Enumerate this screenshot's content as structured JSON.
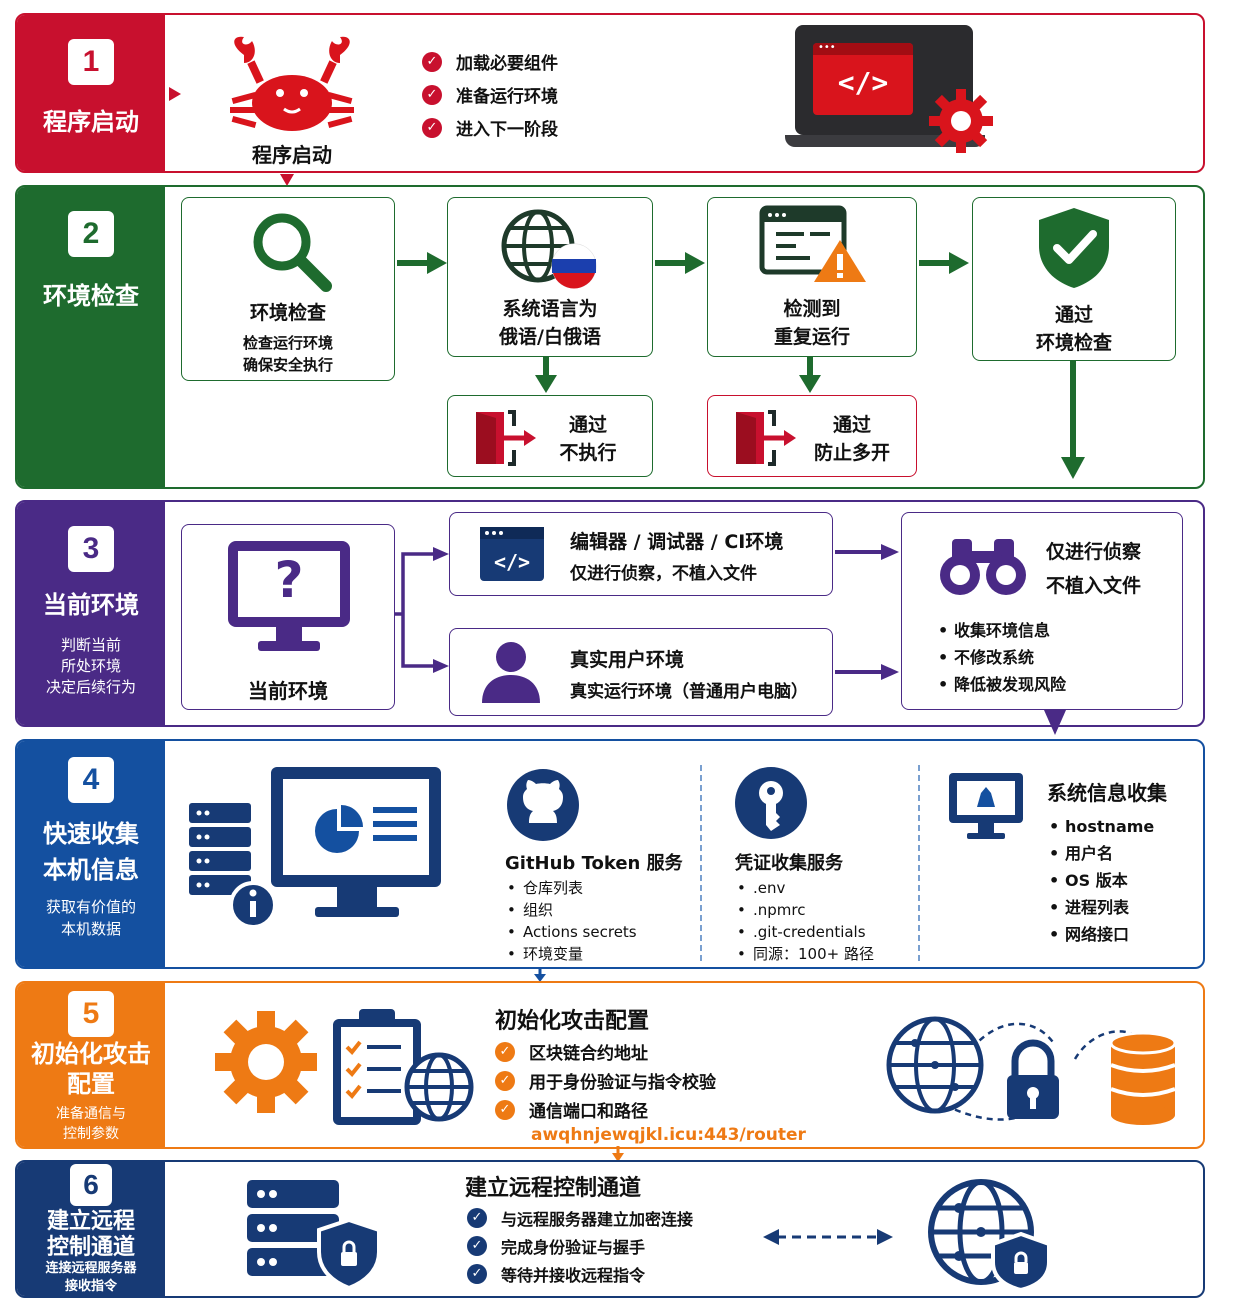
{
  "colors": {
    "red": "#c8102e",
    "green": "#1e6b2e",
    "purple": "#4a2a86",
    "blue": "#1450a0",
    "orange": "#ee7a14",
    "navy": "#173a75"
  },
  "s1": {
    "num": "1",
    "title": "程序启动",
    "mascot_label": "程序启动",
    "checks": [
      "加载必要组件",
      "准备运行环境",
      "进入下一阶段"
    ],
    "code_glyph": "</>"
  },
  "s2": {
    "num": "2",
    "title": "环境检查",
    "box1": {
      "title": "环境检查",
      "lines": [
        "检查运行环境",
        "确保安全执行"
      ]
    },
    "box2": {
      "lines": [
        "系统语言为",
        "俄语/白俄语"
      ]
    },
    "box3": {
      "lines": [
        "检测到",
        "重复运行"
      ]
    },
    "box4": {
      "lines": [
        "通过",
        "环境检查"
      ]
    },
    "exit1": {
      "lines": [
        "通过",
        "不执行"
      ]
    },
    "exit2": {
      "lines": [
        "通过",
        "防止多开"
      ]
    }
  },
  "s3": {
    "num": "3",
    "title": "当前环境",
    "sub": [
      "判断当前",
      "所处环境",
      "决定后续行为"
    ],
    "env_label": "当前环境",
    "dev": {
      "title": "编辑器 / 调试器 / CI环境",
      "desc": "仅进行侦察，不植入文件"
    },
    "user": {
      "title": "真实用户环境",
      "desc": "真实运行环境（普通用户电脑）"
    },
    "recon": {
      "title": [
        "仅进行侦察",
        "不植入文件"
      ],
      "items": [
        "收集环境信息",
        "不修改系统",
        "降低被发现风险"
      ]
    }
  },
  "s4": {
    "num": "4",
    "title": [
      "快速收集",
      "本机信息"
    ],
    "sub": [
      "获取有价值的",
      "本机数据"
    ],
    "github": {
      "title": "GitHub Token 服务",
      "items": [
        "仓库列表",
        "组织",
        "Actions secrets",
        "环境变量"
      ]
    },
    "cred": {
      "title": "凭证收集服务",
      "items": [
        ".env",
        ".npmrc",
        ".git-credentials",
        "同源：100+ 路径"
      ]
    },
    "sys": {
      "title": "系统信息收集",
      "items": [
        "hostname",
        "用户名",
        "OS 版本",
        "进程列表",
        "网络接口"
      ]
    }
  },
  "s5": {
    "num": "5",
    "title": [
      "初始化攻击",
      "配置"
    ],
    "sub": [
      "准备通信与",
      "控制参数"
    ],
    "heading": "初始化攻击配置",
    "checks": [
      "区块链合约地址",
      "用于身份验证与指令校验",
      "通信端口和路径"
    ],
    "url": "awqhnjewqjkl.icu:443/router"
  },
  "s6": {
    "num": "6",
    "title": [
      "建立远程",
      "控制通道"
    ],
    "sub": [
      "连接远程服务器",
      "接收指令"
    ],
    "heading": "建立远程控制通道",
    "checks": [
      "与远程服务器建立加密连接",
      "完成身份验证与握手",
      "等待并接收远程指令"
    ]
  }
}
